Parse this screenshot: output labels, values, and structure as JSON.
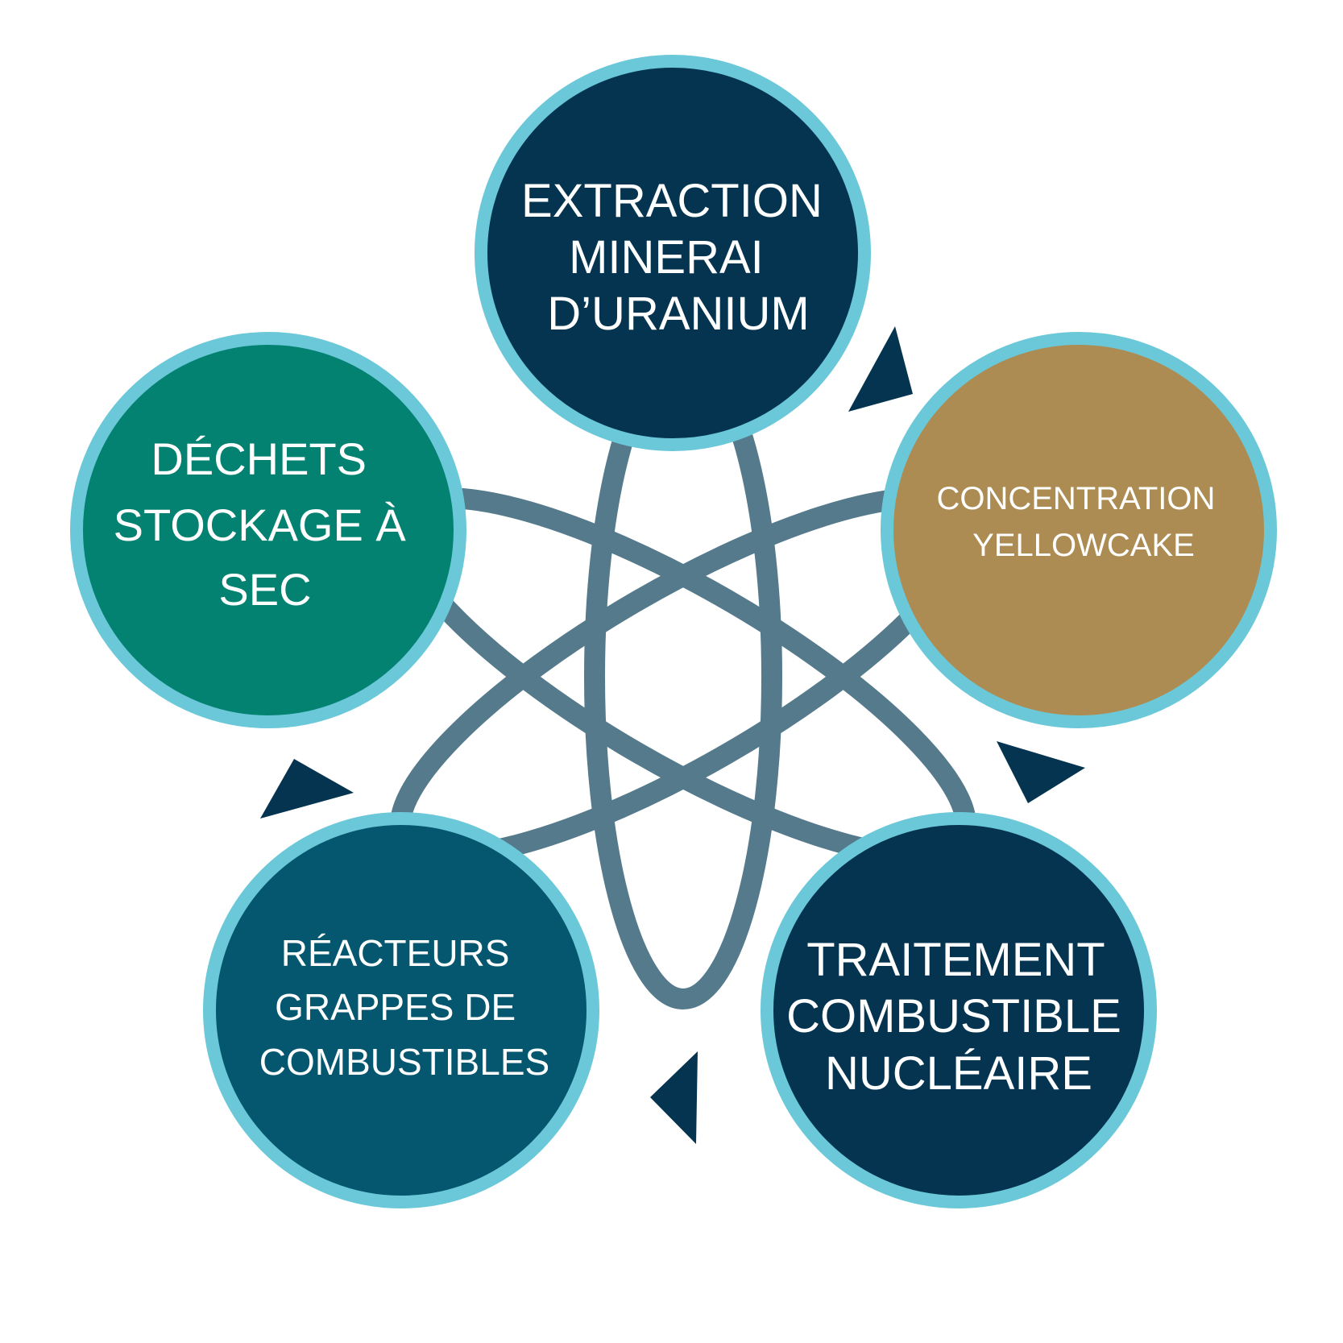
{
  "diagram": {
    "colors": {
      "ring_stroke": "#547a8c",
      "node_border": "#6bc8d8",
      "arrow": "#04344f"
    },
    "nodes": [
      {
        "id": "extraction",
        "lines": [
          "EXTRACTION",
          "MINERAI",
          "D’URANIUM"
        ],
        "fill": "#04344f"
      },
      {
        "id": "concentration",
        "lines": [
          "CONCENTRATION",
          "YELLOWCAKE"
        ],
        "fill": "#ac8c52"
      },
      {
        "id": "traitement",
        "lines": [
          "TRAITEMENT",
          "COMBUSTIBLE",
          "NUCLÉAIRE"
        ],
        "fill": "#04344f"
      },
      {
        "id": "reacteurs",
        "lines": [
          "RÉACTEURS",
          "GRAPPES DE",
          "COMBUSTIBLES"
        ],
        "fill": "#04576e"
      },
      {
        "id": "dechets",
        "lines": [
          "DÉCHETS",
          "STOCKAGE À",
          "SEC"
        ],
        "fill": "#038272"
      }
    ]
  }
}
